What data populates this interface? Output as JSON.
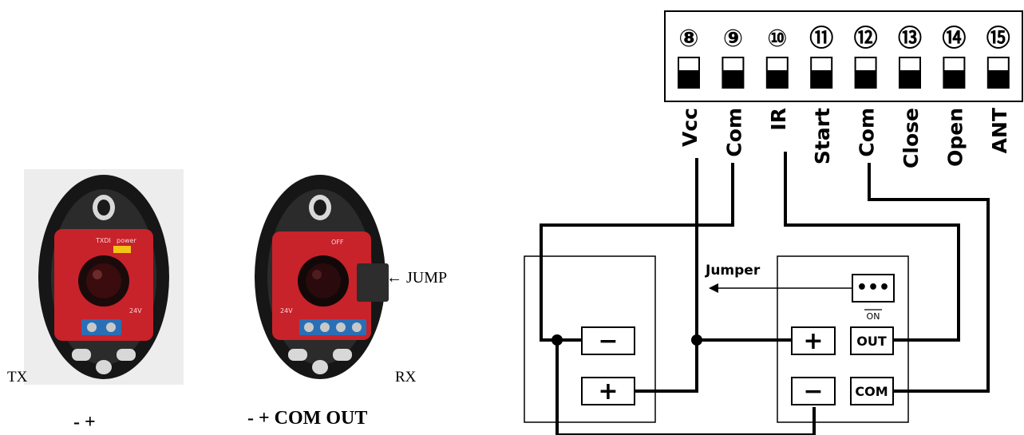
{
  "photos": {
    "tx": {
      "label": "TX",
      "terminals": "- +",
      "board_silk": "TXDI",
      "power_silk": "power",
      "volt_silk": "24V"
    },
    "rx": {
      "label": "RX",
      "terminals": "- + COM OUT",
      "jump_label": "JUMP",
      "board_silk": "OFF",
      "volt_silk": "24V"
    }
  },
  "terminal_block": {
    "numbers": [
      "⑧",
      "⑨",
      "⑩",
      "⑪",
      "⑫",
      "⑬",
      "⑭",
      "⑮"
    ],
    "labels": [
      "Vcc",
      "Com",
      "IR",
      "Start",
      "Com",
      "Close",
      "Open",
      "ANT"
    ]
  },
  "tx_box": {
    "minus": "−",
    "plus": "+"
  },
  "rx_box": {
    "plus": "+",
    "minus": "−",
    "out": "OUT",
    "com": "COM",
    "jumper_label": "Jumper",
    "jumper_state": "ON",
    "jumper_pins": "•••"
  },
  "colors": {
    "board": "#c8222b",
    "housing": "#151515",
    "wire": "#000000",
    "screw_block": "#2a6fb5"
  }
}
